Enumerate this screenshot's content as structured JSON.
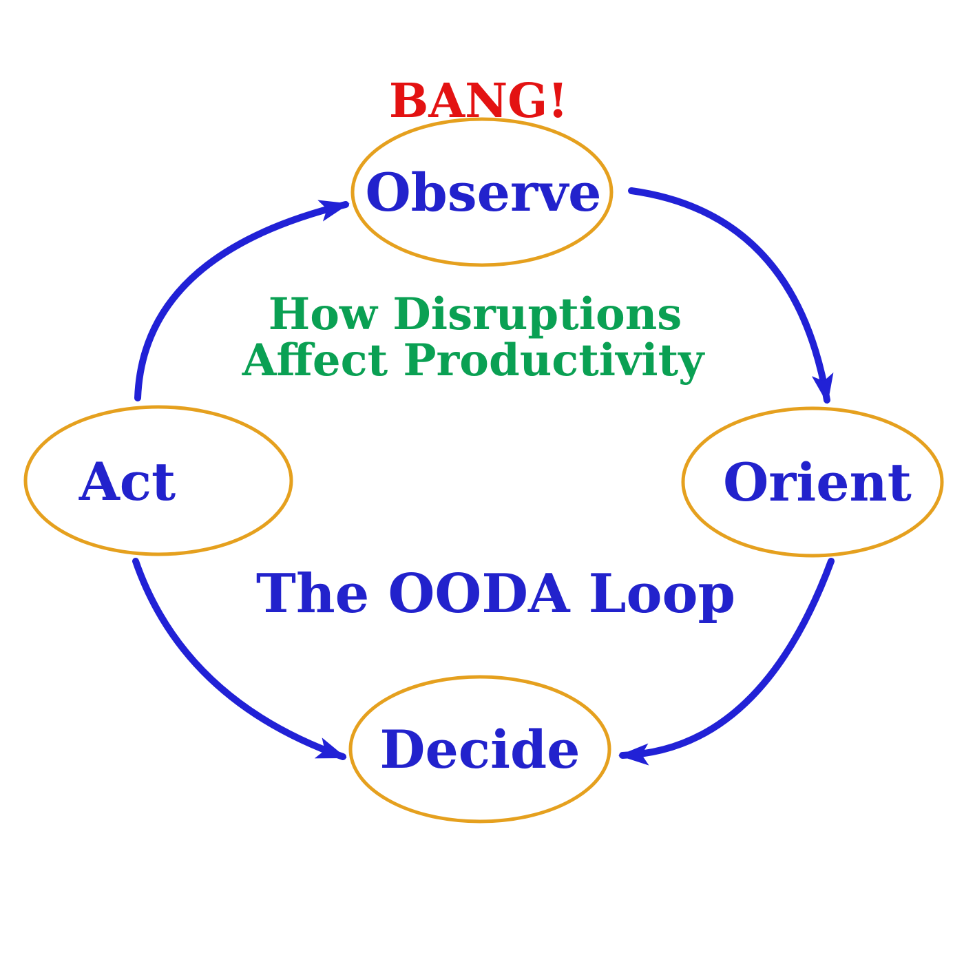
{
  "diagram": {
    "bang_label": "BANG!",
    "subtitle": {
      "line1": "How Disruptions",
      "line2": "Affect Productivity"
    },
    "title": "The OODA Loop",
    "nodes": [
      {
        "id": "observe",
        "label": "Observe"
      },
      {
        "id": "orient",
        "label": "Orient"
      },
      {
        "id": "decide",
        "label": "Decide"
      },
      {
        "id": "act",
        "label": "Act"
      }
    ],
    "edges": [
      {
        "from": "Act",
        "to": "Observe"
      },
      {
        "from": "Observe",
        "to": "Orient"
      },
      {
        "from": "Orient",
        "to": "Decide"
      },
      {
        "from": "Act",
        "to": "Decide"
      }
    ],
    "colors": {
      "node_stroke": "#E5A01E",
      "label_blue": "#2222CC",
      "arrow_blue": "#2121D6",
      "bang_red": "#E31212",
      "subtitle_green": "#0AA053",
      "background": "#FFFFFF"
    }
  }
}
